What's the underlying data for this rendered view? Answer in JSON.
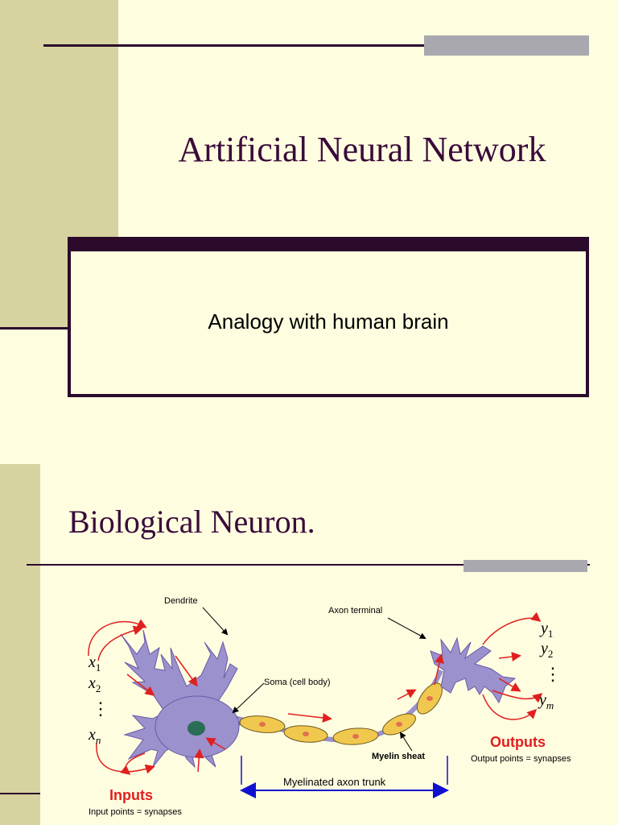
{
  "slide1": {
    "title": "Artificial Neural Network",
    "subtitle": "Analogy with human brain"
  },
  "slide2": {
    "title": "Biological Neuron.",
    "diagram": {
      "dendrite": "Dendrite",
      "axon_terminal": "Axon terminal",
      "soma": "Soma (cell body)",
      "myelin_sheat": "Myelin sheat",
      "myelinated_axon_trunk": "Myelinated axon trunk",
      "inputs": "Inputs",
      "inputs_sub": "Input points = synapses",
      "outputs": "Outputs",
      "outputs_sub": "Output points = synapses",
      "x_letter": "x",
      "x_sub": [
        "1",
        "2",
        "n"
      ],
      "y_letter": "y",
      "y_sub": [
        "1",
        "2",
        "m"
      ],
      "dots": "⋮",
      "colors": {
        "neuron": "#9b91cc",
        "nucleus": "#2a6e55",
        "myelin": "#f1c84e",
        "arrow_red": "#e02020",
        "trunk_arrow": "#1010d0",
        "label_red": "#e02020"
      }
    }
  }
}
